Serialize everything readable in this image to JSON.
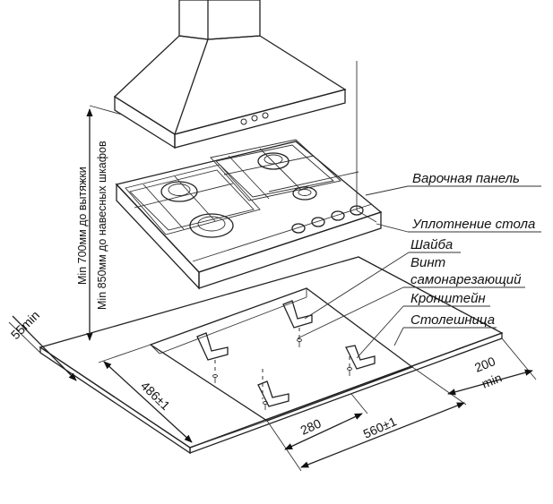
{
  "labels": {
    "hob": "Варочная панель",
    "seal": "Уплотнение стола",
    "washer": "Шайба",
    "screw_line1": "Винт",
    "screw_line2": "самонарезающий",
    "bracket": "Кронштейн",
    "countertop": "Столешница"
  },
  "dimensions": {
    "hood_distance_1": "Min 700мм до вытяжки",
    "hood_distance_2": "Min 850мм до навесных шкафов",
    "min_55": "55min",
    "depth": "486±1",
    "width_280": "280",
    "width_560": "560±1",
    "min_200_value": "200",
    "min_200_unit": "min"
  }
}
